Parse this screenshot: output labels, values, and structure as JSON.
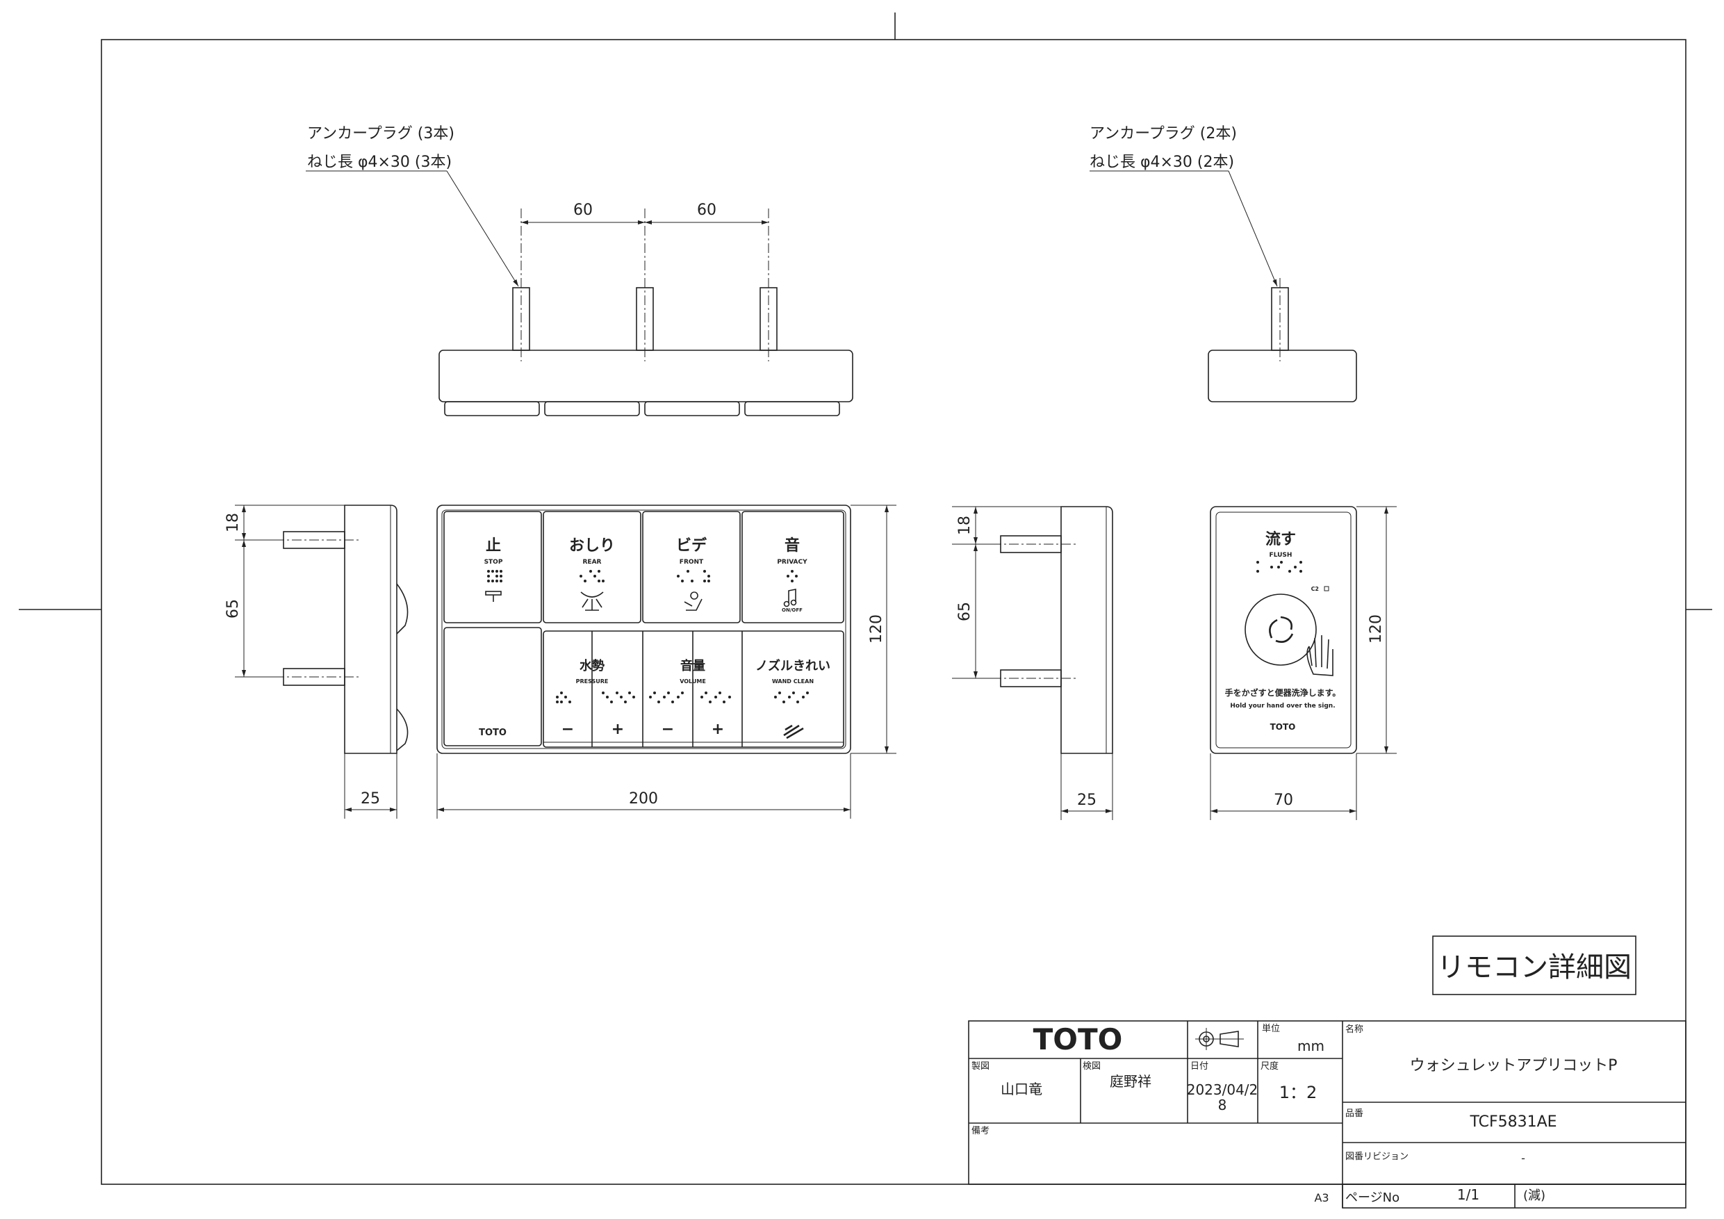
{
  "annotations": {
    "left_anchor_line1": "アンカープラグ (3本)",
    "left_anchor_line2": "ねじ長 φ4×30 (3本)",
    "right_anchor_line1": "アンカープラグ (2本)",
    "right_anchor_line2": "ねじ長 φ4×30 (2本)"
  },
  "dimensions": {
    "pitch_a": "60",
    "pitch_b": "60",
    "top_18_left": "18",
    "mid_65_left": "65",
    "height_120_main": "120",
    "top_18_right": "18",
    "mid_65_right": "65",
    "height_120_flush": "120",
    "depth_25_left": "25",
    "width_200": "200",
    "depth_25_right": "25",
    "width_70": "70"
  },
  "remote": {
    "stop_jp": "止",
    "stop_en": "STOP",
    "rear_jp": "おしり",
    "rear_en": "REAR",
    "front_jp": "ビデ",
    "front_en": "FRONT",
    "privacy_jp": "音",
    "privacy_en": "PRIVACY",
    "privacy_sub": "ON/OFF",
    "pressure_jp": "水勢",
    "pressure_en": "PRESSURE",
    "volume_jp": "音量",
    "volume_en": "VOLUME",
    "wand_jp": "ノズルきれい",
    "wand_en": "WAND CLEAN",
    "minus": "−",
    "plus": "+",
    "brand": "TOTO"
  },
  "flush": {
    "title_jp": "流す",
    "title_en": "FLUSH",
    "indicator": "C2",
    "instruction_jp": "手をかざすと便器洗浄します。",
    "instruction_en": "Hold your hand over the sign.",
    "brand": "TOTO"
  },
  "title_stamp": "リモコン詳細図",
  "title_block": {
    "company": "TOTO",
    "unit_label": "単位",
    "unit_value": "mm",
    "scale_label": "尺度",
    "scale_value": "1：2",
    "drawn_label": "製図",
    "drawn_value": "山口竜",
    "checked_label": "検図",
    "checked_value": "庭野祥",
    "date_label": "日付",
    "date_line1": "2023/04/2",
    "date_line2": "8",
    "remarks_label": "備考",
    "name_label": "名称",
    "name_value": "ウォシュレットアプリコットP",
    "model_label": "品番",
    "model_value": "TCF5831AE",
    "revision_label": "図番リビジョン",
    "revision_value": "-",
    "paper_size": "A3",
    "page_label": "ページNo",
    "page_value": "1/1",
    "page_suffix": "(減)"
  }
}
